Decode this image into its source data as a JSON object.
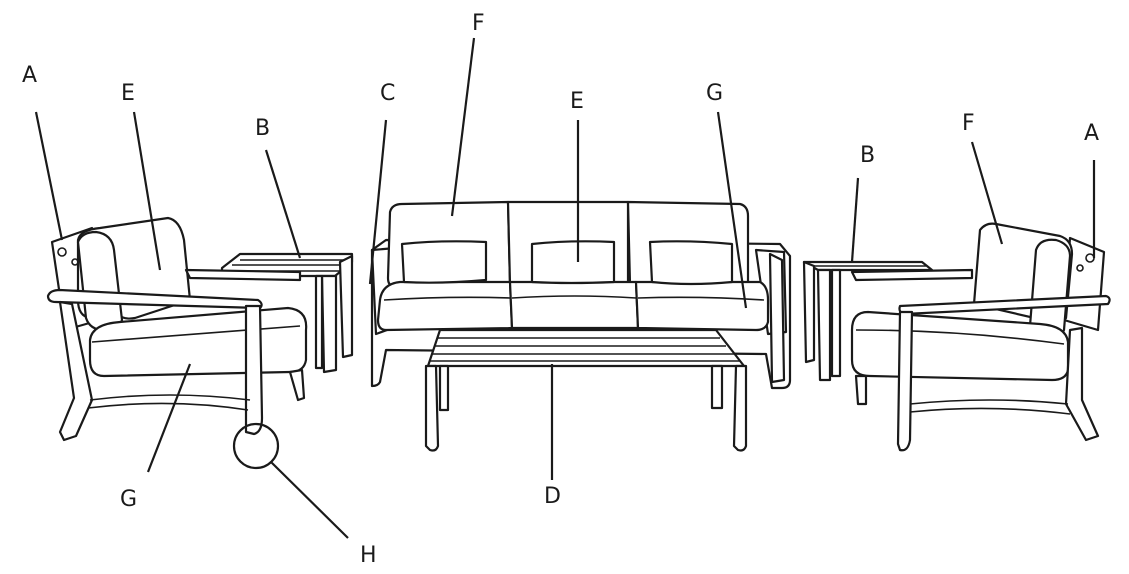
{
  "diagram": {
    "labels": {
      "armchair_left_frame": "A",
      "armchair_left_back_cushion": "E",
      "side_table_left": "B",
      "sofa_arm": "C",
      "sofa_back_cushion": "F",
      "sofa_throw_pillow": "E",
      "sofa_seat_cushion": "G",
      "side_table_right": "B",
      "armchair_right_back_cushion": "F",
      "armchair_right_frame": "A",
      "armchair_left_seat_cushion": "G",
      "foot_detail": "H",
      "coffee_table": "D"
    },
    "colors": {
      "line": "#1a1a1a",
      "background": "#ffffff"
    }
  }
}
